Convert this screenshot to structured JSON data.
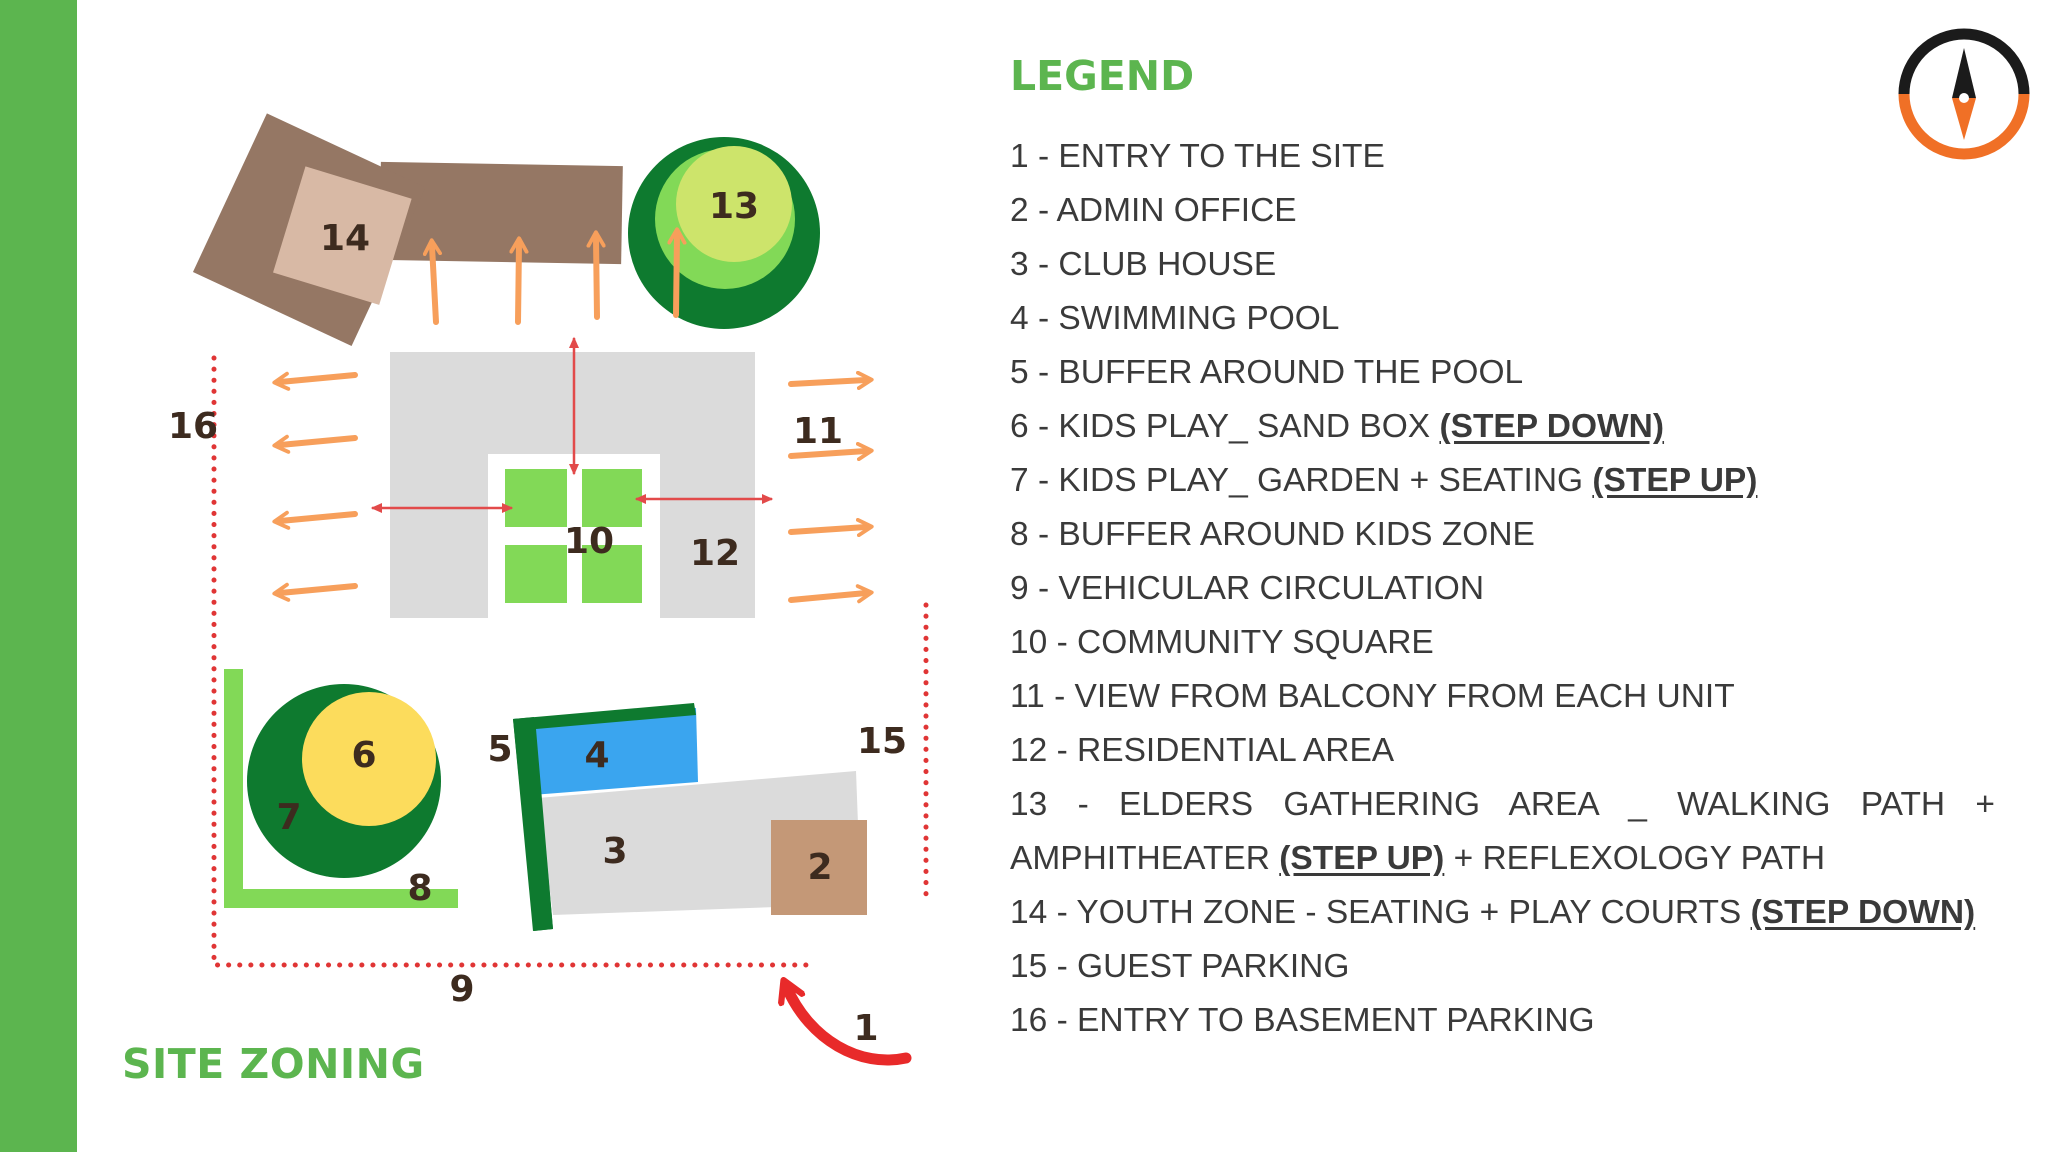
{
  "diagram": {
    "title": "SITE ZONING",
    "labels": {
      "l1": "1",
      "l2": "2",
      "l3": "3",
      "l4": "4",
      "l5": "5",
      "l6": "6",
      "l7": "7",
      "l8": "8",
      "l9": "9",
      "l10": "10",
      "l11": "11",
      "l12": "12",
      "l13": "13",
      "l14": "14",
      "l15": "15",
      "l16": "16"
    }
  },
  "legend": {
    "title": "LEGEND",
    "items": [
      {
        "text": "1 - ENTRY TO THE SITE"
      },
      {
        "text": "2 - ADMIN OFFICE"
      },
      {
        "text": "3 - CLUB HOUSE"
      },
      {
        "text": "4 - SWIMMING POOL"
      },
      {
        "text": "5 - BUFFER AROUND THE POOL"
      },
      {
        "text": "6 - KIDS PLAY_ SAND BOX ",
        "note": "(STEP DOWN)"
      },
      {
        "text": "7 - KIDS PLAY_ GARDEN + SEATING ",
        "note": "(STEP UP)"
      },
      {
        "text": "8 - BUFFER AROUND KIDS ZONE"
      },
      {
        "text": "9 - VEHICULAR CIRCULATION"
      },
      {
        "text": "10 - COMMUNITY SQUARE"
      },
      {
        "text": "11 - VIEW FROM BALCONY FROM EACH UNIT"
      },
      {
        "text": "12 - RESIDENTIAL AREA"
      },
      {
        "text": "13 - ELDERS GATHERING AREA _ WALKING PATH + AMPHITHEATER ",
        "note": "(STEP UP)",
        "after": " + REFLEXOLOGY PATH"
      },
      {
        "text": "14 - YOUTH ZONE - SEATING + PLAY COURTS ",
        "note": "(STEP DOWN)"
      },
      {
        "text": "15 - GUEST PARKING"
      },
      {
        "text": "16 - ENTRY TO BASEMENT PARKING"
      }
    ]
  },
  "compass": {
    "icon": "compass-icon",
    "colors": {
      "ring_top": "#1b1b1b",
      "ring_bottom": "#f07026"
    }
  },
  "colors": {
    "accent_green": "#5cb54f",
    "dark_green": "#0e7a2f",
    "light_green": "#82d957",
    "lime": "#cde46b",
    "sand_yellow": "#fcdc5c",
    "pool_blue": "#3aa5ef",
    "plaza_gray": "#dbdbdb",
    "brown": "#957764",
    "tan": "#d8b9a5",
    "admin_brown": "#c49877",
    "arrow_orange": "#f79f5b",
    "dotted_red": "#e03535",
    "entry_red": "#e82a2a"
  }
}
